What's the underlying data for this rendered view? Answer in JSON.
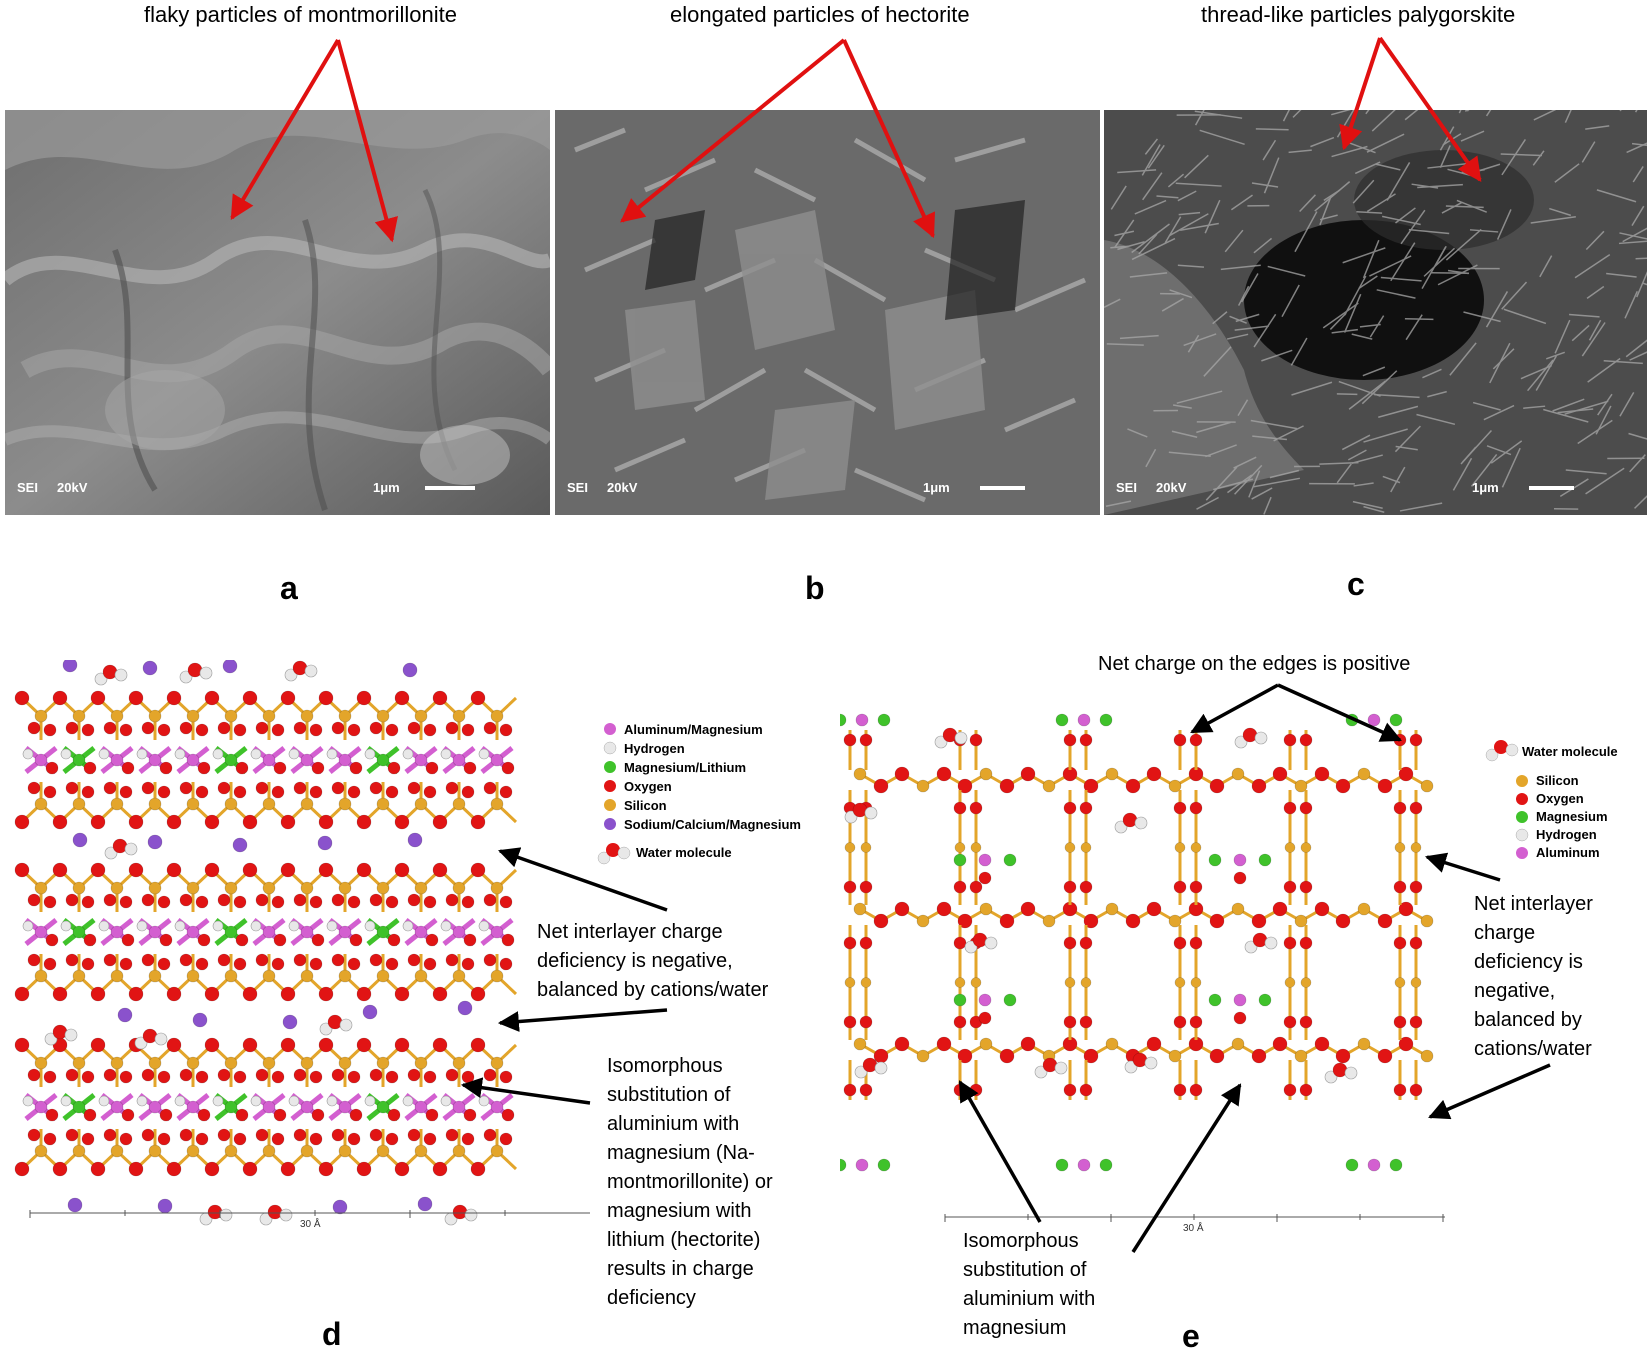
{
  "top_labels": {
    "a": "flaky particles of montmorillonite",
    "b": "elongated particles of hectorite",
    "c": "thread-like particles palygorskite"
  },
  "panel_letters": {
    "a": "a",
    "b": "b",
    "c": "c",
    "d": "d",
    "e": "e"
  },
  "sem": {
    "detector": "SEI",
    "voltage": "20kV",
    "scale": "1μm"
  },
  "legend_d": {
    "items": [
      {
        "label": "Aluminum/Magnesium",
        "color": "#d35fd0"
      },
      {
        "label": "Hydrogen",
        "color": "#e8e8e8"
      },
      {
        "label": "Magnesium/Lithium",
        "color": "#3fc22a"
      },
      {
        "label": "Oxygen",
        "color": "#e11414"
      },
      {
        "label": "Silicon",
        "color": "#e3a52a"
      },
      {
        "label": "Sodium/Calcium/Magnesium",
        "color": "#8a52cc"
      }
    ],
    "water": "Water molecule"
  },
  "legend_e": {
    "water": "Water molecule",
    "items": [
      {
        "label": "Silicon",
        "color": "#e3a52a"
      },
      {
        "label": "Oxygen",
        "color": "#e11414"
      },
      {
        "label": "Magnesium",
        "color": "#3fc22a"
      },
      {
        "label": "Hydrogen",
        "color": "#e8e8e8"
      },
      {
        "label": "Aluminum",
        "color": "#d35fd0"
      }
    ]
  },
  "notes": {
    "d_interlayer": [
      "Net interlayer charge",
      "deficiency is negative,",
      "balanced by cations/water"
    ],
    "d_isomorphous": [
      "Isomorphous",
      "substitution of",
      "aluminium with",
      "magnesium (Na-",
      "montmorillonite) or",
      "magnesium with",
      "lithium (hectorite)",
      "results in charge",
      "deficiency"
    ],
    "e_edges": "Net charge on the edges is positive",
    "e_interlayer": [
      "Net interlayer",
      "charge",
      "deficiency is",
      "negative,",
      "balanced by",
      "cations/water"
    ],
    "e_isomorphous": [
      "Isomorphous",
      "substitution of",
      "aluminium with",
      "magnesium"
    ]
  },
  "scale_label": "30 Å",
  "colors": {
    "arrow_red": "#e01010",
    "arrow_black": "#000000",
    "silicon": "#e3a52a",
    "oxygen": "#e11414",
    "magnesium": "#3fc22a",
    "aluminum": "#d35fd0",
    "hydrogen": "#e8e8e8",
    "sodium": "#8a52cc"
  }
}
